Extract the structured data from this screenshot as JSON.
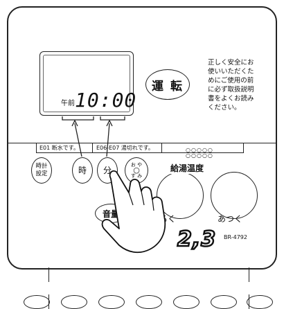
{
  "remote": {
    "display": {
      "ampm": "午前",
      "time": "10:00"
    },
    "run_button": "運 転",
    "notice_lines": [
      "正しく安全にお",
      "使いいただくた",
      "めにご使用の前",
      "に必ず取扱説明",
      "書をよくお読み",
      "ください。"
    ],
    "error_strip": {
      "left": "E01 断水です。",
      "right": "E06-E07 湯切れです。"
    },
    "buttons": {
      "clock_set": [
        "時計",
        "設定"
      ],
      "hour": "時",
      "minute": "分",
      "oyasumi": [
        "お",
        "や",
        "す",
        "み"
      ],
      "volume": "音量"
    },
    "temperature_label": "給湯温度",
    "dots_row1": "○○○○○",
    "dots_row2": "○○○○○",
    "cooler_label": "るく",
    "hotter_label": "あつく",
    "model": "BR-4792",
    "step_label": "2,3"
  }
}
